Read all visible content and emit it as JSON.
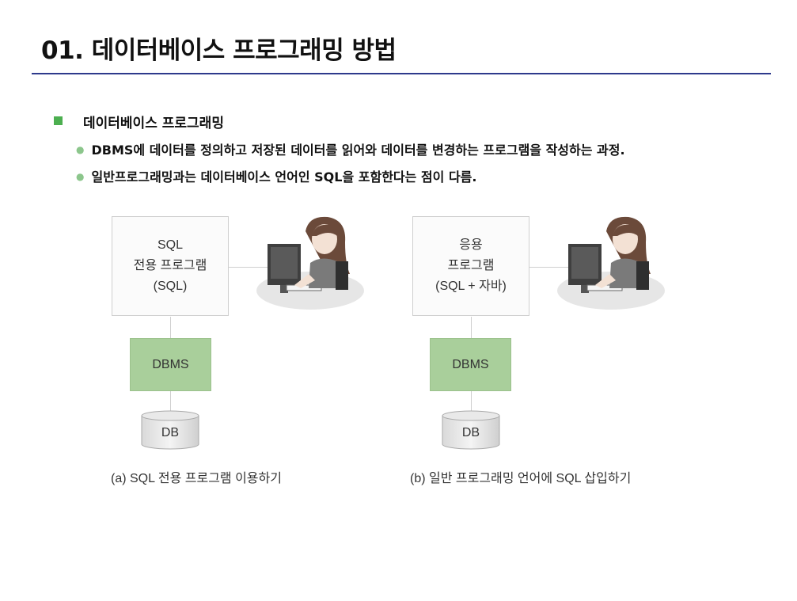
{
  "page": {
    "title": "01. 데이터베이스 프로그래밍 방법",
    "accent_color": "#2e3a8c",
    "bullet_color": "#4caf50"
  },
  "section": {
    "heading": "데이터베이스 프로그래밍",
    "points": [
      "DBMS에 데이터를 정의하고 저장된 데이터를 읽어와 데이터를 변경하는 프로그램을 작성하는 과정.",
      "일반프로그래밍과는 데이터베이스 언어인 SQL을 포함한다는 점이 다름."
    ]
  },
  "figure": {
    "left": {
      "program_lines": [
        "SQL",
        "전용 프로그램",
        "(SQL)"
      ],
      "dbms": "DBMS",
      "db": "DB",
      "caption": "(a) SQL 전용 프로그램 이용하기",
      "person_icon": "person-at-computer-icon"
    },
    "right": {
      "program_lines": [
        "응용",
        "프로그램",
        "(SQL + 자바)"
      ],
      "dbms": "DBMS",
      "db": "DB",
      "caption": "(b) 일반 프로그래밍 언어에 SQL 삽입하기",
      "person_icon": "person-at-computer-icon"
    },
    "dbms_color": "#a9cf9b"
  }
}
